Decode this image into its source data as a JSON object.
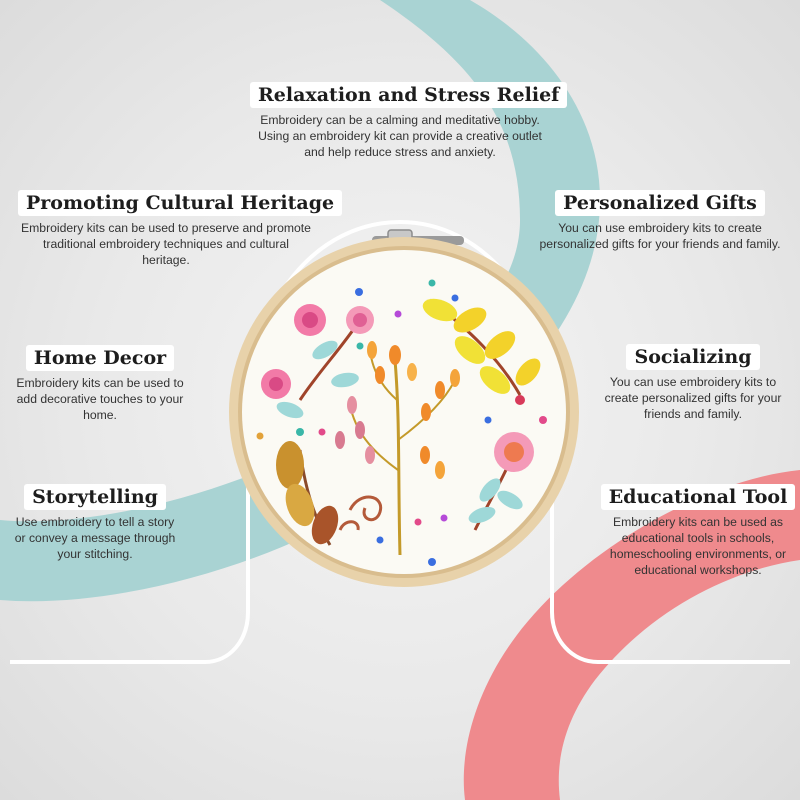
{
  "colors": {
    "teal": "#a9d3d3",
    "coral": "#ef8a8d",
    "outline": "#ffffff",
    "hoop_wood": "#e8d2aa",
    "fabric": "#fbfaf4"
  },
  "features": {
    "relaxation": {
      "title": "Relaxation and Stress Relief",
      "text": "Embroidery can be a calming and meditative hobby. Using an embroidery kit can provide a creative outlet and help reduce stress and anxiety."
    },
    "heritage": {
      "title": "Promoting Cultural Heritage",
      "text": "Embroidery kits can be used to preserve and promote traditional embroidery techniques and cultural heritage."
    },
    "gifts": {
      "title": "Personalized Gifts",
      "text": "You can use embroidery kits to create personalized gifts for your friends and family."
    },
    "decor": {
      "title": "Home Decor",
      "text": "Embroidery kits can be used to add decorative touches to your home."
    },
    "socializing": {
      "title": "Socializing",
      "text": "You can use embroidery kits to create personalized gifts for your friends and family."
    },
    "storytelling": {
      "title": "Storytelling",
      "text": "Use embroidery to tell a story or convey a message through your stitching."
    },
    "educational": {
      "title": "Educational Tool",
      "text": "Embroidery kits can be used as educational tools in schools, homeschooling environments, or educational workshops."
    }
  }
}
